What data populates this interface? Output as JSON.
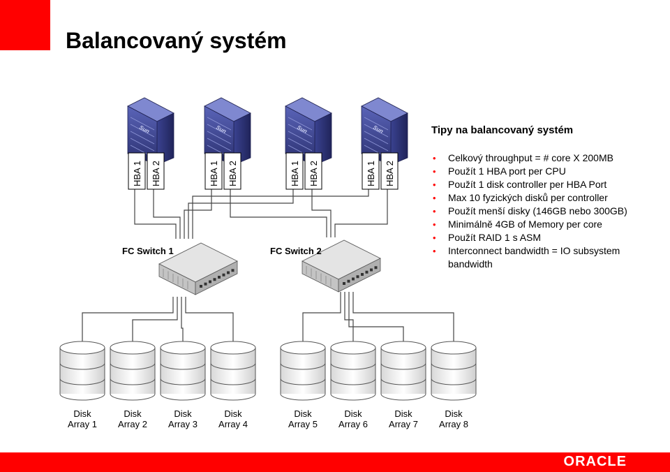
{
  "slide": {
    "title": "Balancovaný systém",
    "brand_color": "#ff0000"
  },
  "servers": [
    {
      "hbas": [
        "HBA 1",
        "HBA 2"
      ],
      "logo": "Sun"
    },
    {
      "hbas": [
        "HBA 1",
        "HBA 2"
      ],
      "logo": "Sun"
    },
    {
      "hbas": [
        "HBA 1",
        "HBA 2"
      ],
      "logo": "Sun"
    },
    {
      "hbas": [
        "HBA 1",
        "HBA 2"
      ],
      "logo": "Sun"
    }
  ],
  "switches": [
    {
      "label": "FC Switch 1"
    },
    {
      "label": "FC Switch 2"
    }
  ],
  "disk_arrays": [
    {
      "line1": "Disk",
      "line2": "Array 1"
    },
    {
      "line1": "Disk",
      "line2": "Array 2"
    },
    {
      "line1": "Disk",
      "line2": "Array 3"
    },
    {
      "line1": "Disk",
      "line2": "Array 4"
    },
    {
      "line1": "Disk",
      "line2": "Array 5"
    },
    {
      "line1": "Disk",
      "line2": "Array 6"
    },
    {
      "line1": "Disk",
      "line2": "Array 7"
    },
    {
      "line1": "Disk",
      "line2": "Array 8"
    }
  ],
  "tips": {
    "heading": "Tipy na balancovaný systém",
    "items": [
      "Celkový throughput = # core X 200MB",
      "Použít 1 HBA port per CPU",
      "Použít 1 disk controller per HBA Port",
      "Max 10 fyzických disků per controller",
      "Použít menší disky (146GB nebo 300GB)",
      "Minimálně 4GB of Memory per core",
      "Použít RAID 1 s ASM",
      "Interconnect bandwidth = IO subsystem bandwidth"
    ]
  },
  "footer": {
    "logo_text": "ORACLE"
  }
}
